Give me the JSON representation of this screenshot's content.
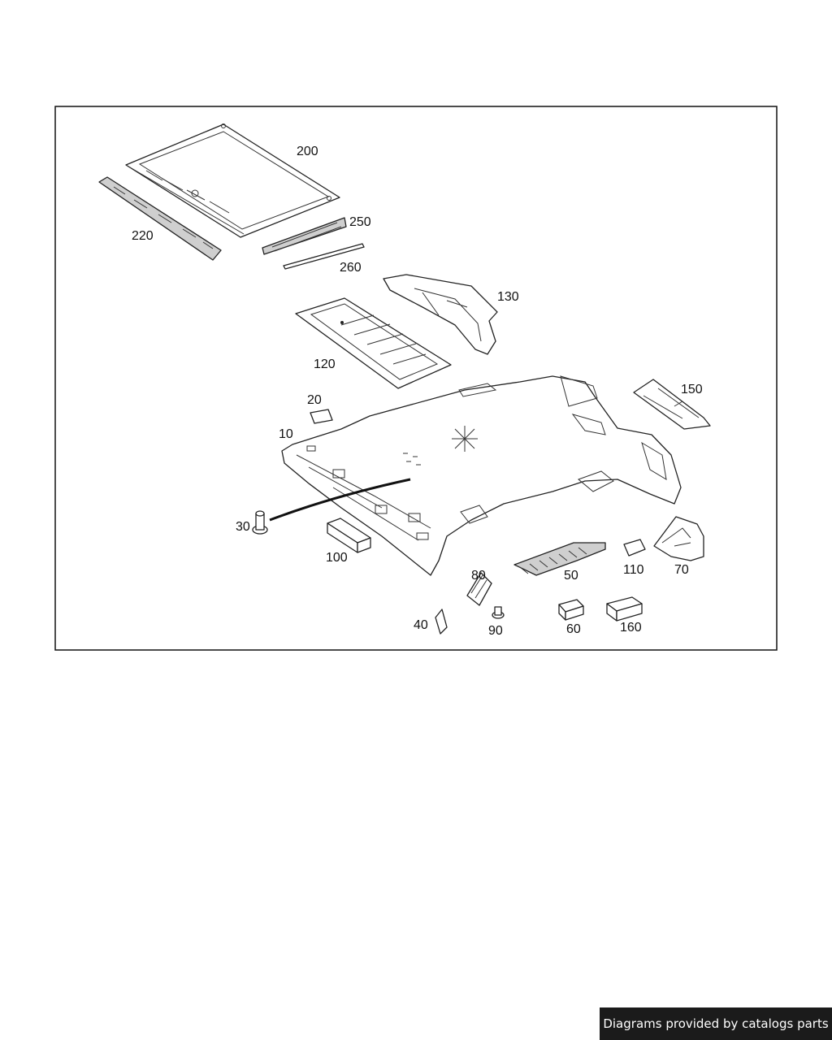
{
  "diagram": {
    "callouts": [
      {
        "id": "200",
        "label": "200"
      },
      {
        "id": "220",
        "label": "220"
      },
      {
        "id": "250",
        "label": "250"
      },
      {
        "id": "260",
        "label": "260"
      },
      {
        "id": "130",
        "label": "130"
      },
      {
        "id": "120",
        "label": "120"
      },
      {
        "id": "150",
        "label": "150"
      },
      {
        "id": "20",
        "label": "20"
      },
      {
        "id": "10",
        "label": "10"
      },
      {
        "id": "30",
        "label": "30"
      },
      {
        "id": "100",
        "label": "100"
      },
      {
        "id": "80",
        "label": "80"
      },
      {
        "id": "50",
        "label": "50"
      },
      {
        "id": "110",
        "label": "110"
      },
      {
        "id": "70",
        "label": "70"
      },
      {
        "id": "40",
        "label": "40"
      },
      {
        "id": "90",
        "label": "90"
      },
      {
        "id": "60",
        "label": "60"
      },
      {
        "id": "160",
        "label": "160"
      }
    ]
  },
  "footer": {
    "credit": "Diagrams provided by catalogs parts"
  }
}
